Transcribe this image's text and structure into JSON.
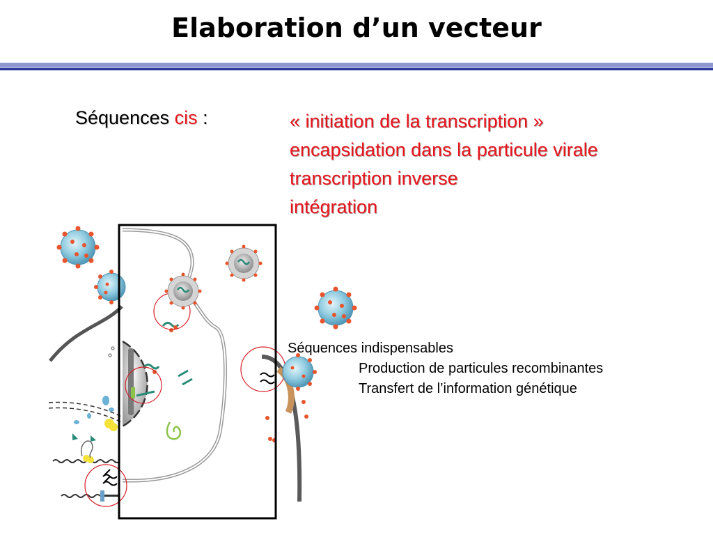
{
  "slide": {
    "title": "Elaboration d’un vecteur",
    "accent": "#e8141b",
    "rule_colors": [
      "#8f96d0",
      "#2d3a9e"
    ]
  },
  "cis": {
    "label_prefix": "Séquences",
    "label_word": "cis",
    "label_suffix": ":",
    "items": [
      "« initiation de la transcription »",
      "encapsidation dans la particule virale",
      "transcription inverse",
      "intégration"
    ]
  },
  "indispensable": {
    "heading": "Séquences indispensables",
    "items": [
      "Production de particules recombinantes",
      "Transfert de l’information génétique"
    ]
  }
}
